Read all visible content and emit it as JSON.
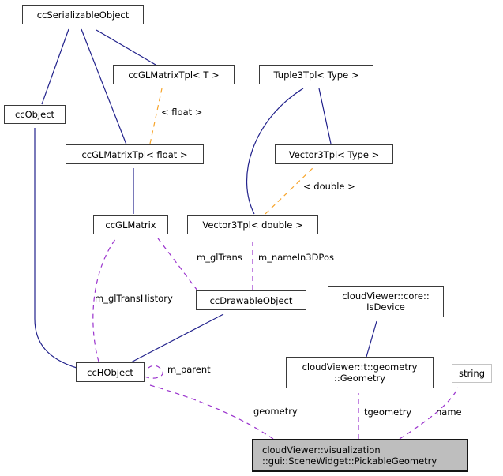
{
  "diagram": {
    "kind": "class-collaboration-graph",
    "colors": {
      "inheritance_edge": "#22228c",
      "template_edge": "#f7a42a",
      "usage_edge": "#9a32cd",
      "node_border": "#3a3a3a",
      "stdlib_node_border": "#c4c4c4",
      "highlight_node_fill": "#bebebe",
      "background": "#ffffff"
    },
    "nodes": [
      {
        "id": "ccSerializableObject",
        "label": "ccSerializableObject"
      },
      {
        "id": "ccGLMatrixTpl_T",
        "label": "ccGLMatrixTpl< T >"
      },
      {
        "id": "Tuple3Tpl_Type",
        "label": "Tuple3Tpl< Type >"
      },
      {
        "id": "ccObject",
        "label": "ccObject"
      },
      {
        "id": "ccGLMatrixTpl_float",
        "label": "ccGLMatrixTpl< float >"
      },
      {
        "id": "Vector3Tpl_Type",
        "label": "Vector3Tpl< Type >"
      },
      {
        "id": "ccGLMatrix",
        "label": "ccGLMatrix"
      },
      {
        "id": "Vector3Tpl_double",
        "label": "Vector3Tpl< double >"
      },
      {
        "id": "ccDrawableObject",
        "label": "ccDrawableObject"
      },
      {
        "id": "cloudViewer_core_IsDevice",
        "label": "cloudViewer::core::\nIsDevice"
      },
      {
        "id": "cloudViewer_t_geometry_Geometry",
        "label": "cloudViewer::t::geometry\n::Geometry"
      },
      {
        "id": "string",
        "label": "string"
      },
      {
        "id": "ccHObject",
        "label": "ccHObject"
      },
      {
        "id": "PickableGeometry",
        "label": "cloudViewer::visualization\n::gui::SceneWidget::PickableGeometry"
      }
    ],
    "edge_labels": {
      "float_instance": "< float >",
      "double_instance": "< double >",
      "m_glTrans": "m_glTrans",
      "m_nameIn3DPos": "m_nameIn3DPos",
      "m_glTransHistory": "m_glTransHistory",
      "m_parent": "m_parent",
      "geometry": "geometry",
      "tgeometry": "tgeometry",
      "name": "name"
    },
    "edges": [
      {
        "from": "ccObject",
        "to": "ccSerializableObject",
        "type": "inheritance"
      },
      {
        "from": "ccGLMatrixTpl< float >",
        "to": "ccSerializableObject",
        "type": "inheritance"
      },
      {
        "from": "ccGLMatrixTpl< T >",
        "to": "ccSerializableObject",
        "type": "inheritance"
      },
      {
        "from": "ccGLMatrixTpl< float >",
        "to": "ccGLMatrixTpl< T >",
        "type": "template-instance",
        "label": "< float >"
      },
      {
        "from": "ccGLMatrix",
        "to": "ccGLMatrixTpl< float >",
        "type": "inheritance"
      },
      {
        "from": "Vector3Tpl< Type >",
        "to": "Tuple3Tpl< Type >",
        "type": "inheritance"
      },
      {
        "from": "Vector3Tpl< double >",
        "to": "Tuple3Tpl< Type >",
        "type": "inheritance"
      },
      {
        "from": "Vector3Tpl< double >",
        "to": "Vector3Tpl< Type >",
        "type": "template-instance",
        "label": "< double >"
      },
      {
        "from": "ccHObject",
        "to": "ccObject",
        "type": "inheritance"
      },
      {
        "from": "ccHObject",
        "to": "ccDrawableObject",
        "type": "inheritance"
      },
      {
        "from": "ccDrawableObject",
        "to": "ccGLMatrix",
        "type": "usage",
        "label": "m_glTrans"
      },
      {
        "from": "ccDrawableObject",
        "to": "Vector3Tpl< double >",
        "type": "usage",
        "label": "m_nameIn3DPos"
      },
      {
        "from": "ccHObject",
        "to": "ccGLMatrix",
        "type": "usage",
        "label": "m_glTransHistory"
      },
      {
        "from": "ccHObject",
        "to": "ccHObject",
        "type": "usage",
        "label": "m_parent"
      },
      {
        "from": "cloudViewer::t::geometry::Geometry",
        "to": "cloudViewer::core::IsDevice",
        "type": "inheritance"
      },
      {
        "from": "PickableGeometry",
        "to": "ccHObject",
        "type": "usage",
        "label": "geometry"
      },
      {
        "from": "PickableGeometry",
        "to": "cloudViewer::t::geometry::Geometry",
        "type": "usage",
        "label": "tgeometry"
      },
      {
        "from": "PickableGeometry",
        "to": "string",
        "type": "usage",
        "label": "name"
      }
    ]
  }
}
